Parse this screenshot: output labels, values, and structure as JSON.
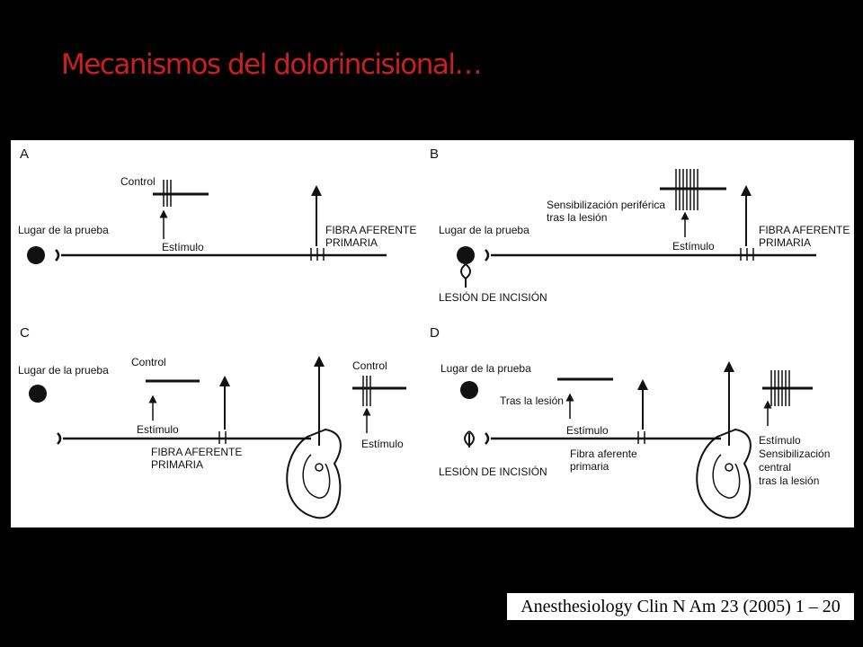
{
  "slide": {
    "title": "Mecanismos del dolorincisional…",
    "citation": "Anesthesiology Clin N Am 23 (2005) 1 – 20"
  },
  "colors": {
    "background": "#000000",
    "title": "#cc1f1f",
    "figure_background": "#ffffff",
    "ink": "#111111"
  },
  "figure": {
    "panel_a": {
      "letter": "A",
      "site": "Lugar de la prueba",
      "control": "Control",
      "stimulus": "Estímulo",
      "fiber_line1": "FIBRA AFERENTE",
      "fiber_line2": "PRIMARIA"
    },
    "panel_b": {
      "letter": "B",
      "site": "Lugar de la prueba",
      "sens_line1": "Sensibilización periférica",
      "sens_line2": "tras la lesión",
      "stimulus": "Estímulo",
      "fiber_line1": "FIBRA AFERENTE",
      "fiber_line2": "PRIMARIA",
      "lesion": "LESIÓN DE INCISIÓN"
    },
    "panel_c": {
      "letter": "C",
      "site": "Lugar de la prueba",
      "control_left": "Control",
      "stimulus_left": "Estímulo",
      "fiber_line1": "FIBRA AFERENTE",
      "fiber_line2": "PRIMARIA",
      "control_right": "Control",
      "stimulus_right": "Estímulo"
    },
    "panel_d": {
      "letter": "D",
      "site": "Lugar de la prueba",
      "after_injury": "Tras la lesión",
      "stimulus_left": "Estímulo",
      "fiber_line1": "Fibra aferente",
      "fiber_line2": "primaria",
      "lesion": "LESIÓN DE INCISIÓN",
      "stimulus_right": "Estímulo",
      "sens_line1": "Sensibilización",
      "sens_line2": "central",
      "sens_line3": "tras la lesión"
    }
  }
}
